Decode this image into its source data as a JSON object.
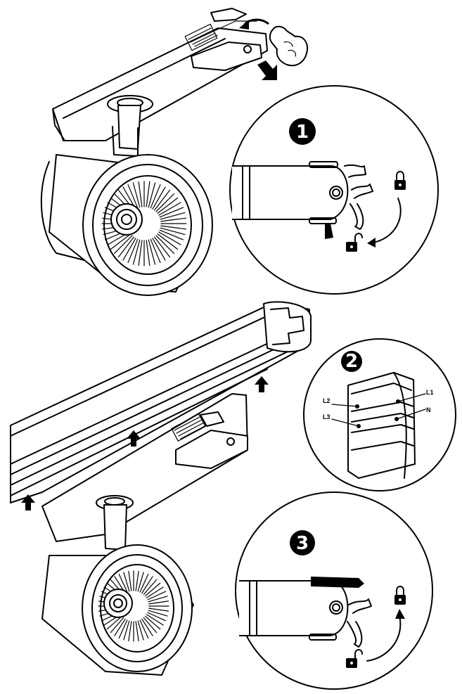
{
  "steps": [
    {
      "number": "1"
    },
    {
      "number": "2"
    },
    {
      "number": "3"
    }
  ],
  "wire_labels": {
    "l1": "L1",
    "l2": "L2",
    "l3": "L3",
    "n": "N"
  },
  "icons": [
    "lock-closed-icon",
    "lock-open-icon",
    "hand-icon",
    "arrow-up-icon",
    "arrow-down-right-icon",
    "rotate-arrow-icon"
  ]
}
